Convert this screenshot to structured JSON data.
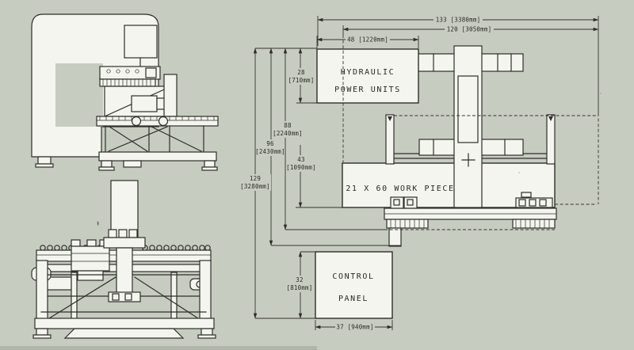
{
  "drawing": {
    "background_color": "#c7ccc1",
    "ink_color": "#2e2e2a",
    "paper_white": "#f4f5ee"
  },
  "boxes": {
    "hydraulic": {
      "line1": "HYDRAULIC",
      "line2": "POWER UNITS"
    },
    "workpiece": {
      "label": "21 X 60 WORK PIECE"
    },
    "control": {
      "line1": "CONTROL",
      "line2": "PANEL"
    }
  },
  "dimensions": {
    "d133": {
      "text": "133 [3380mm]"
    },
    "d120": {
      "text": "120 [3050mm]"
    },
    "d48": {
      "text": "48 [1220mm]"
    },
    "d28": {
      "inches": "28",
      "mm": "[710mm]"
    },
    "d88": {
      "inches": "88",
      "mm": "[2240mm]"
    },
    "d96": {
      "inches": "96",
      "mm": "[2430mm]"
    },
    "d43": {
      "inches": "43",
      "mm": "[1090mm]"
    },
    "d129": {
      "inches": "129",
      "mm": "[3280mm]"
    },
    "d32": {
      "inches": "32",
      "mm": "[810mm]"
    },
    "d37": {
      "text": "37 [940mm]"
    }
  }
}
